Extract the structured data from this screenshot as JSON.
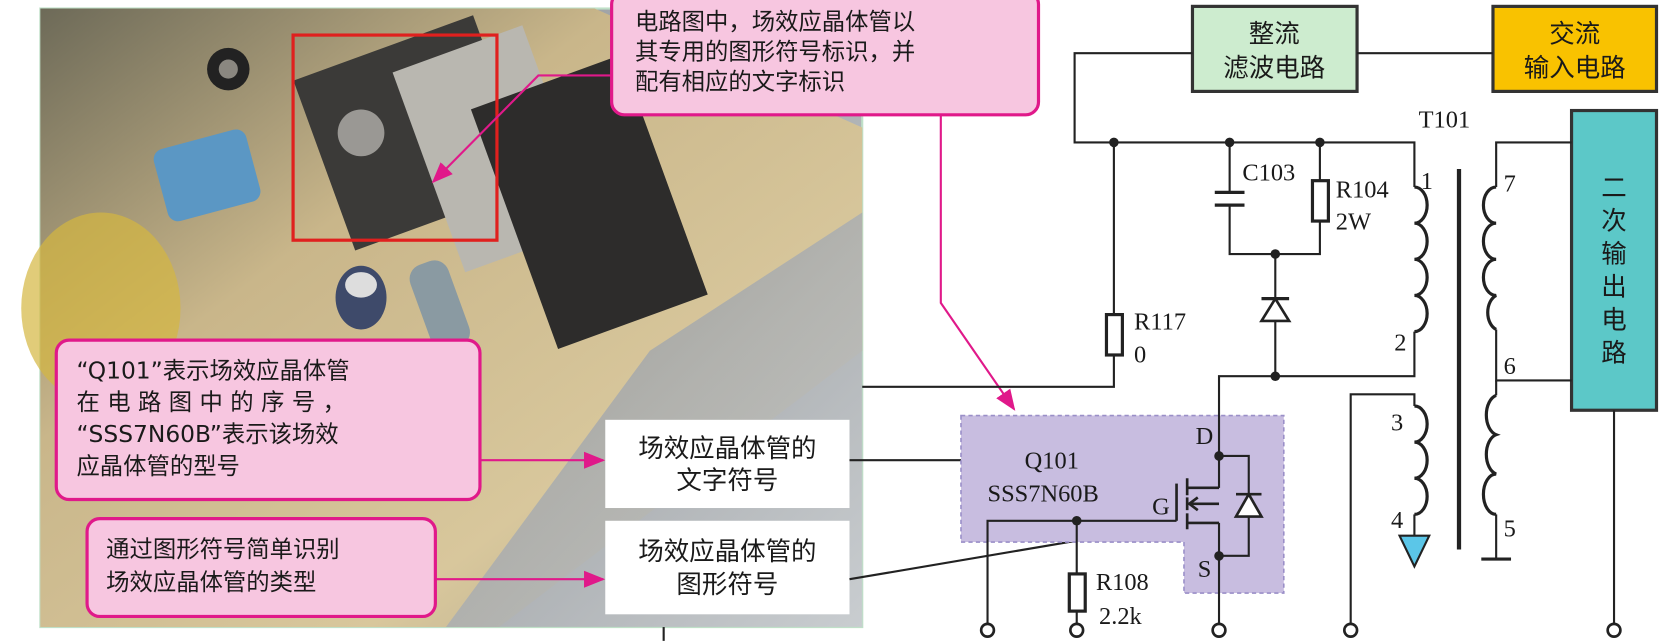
{
  "colors": {
    "callout_fill": "#f7c6e0",
    "callout_border": "#e0198a",
    "rectifier_block": "#cdeccf",
    "ac_input_block": "#f9c200",
    "secondary_block": "#5cc8c8",
    "mosfet_highlight": "#c8bde0",
    "ground_symbol": "#5bc6e8",
    "photo_highlight": "#e0201e"
  },
  "callouts": {
    "top": [
      "电路图中，场效应晶体管以",
      "其专用的图形符号标识，并",
      "配有相应的文字标识"
    ],
    "designation": [
      "“Q101”表示场效应晶体管",
      "在 电 路 图 中 的 序 号 ，",
      "“SSS7N60B”表示该场效",
      "应晶体管的型号"
    ],
    "type": [
      "通过图形符号简单识别",
      "场效应晶体管的类型"
    ]
  },
  "labels_boxes": {
    "text_symbol": [
      "场效应晶体管的",
      "文字符号"
    ],
    "graphic_symbol": [
      "场效应晶体管的",
      "图形符号"
    ]
  },
  "blocks": {
    "rectifier": [
      "整流",
      "滤波电路"
    ],
    "ac_input": [
      "交流",
      "输入电路"
    ],
    "secondary": [
      "二",
      "次",
      "输",
      "出",
      "电",
      "路"
    ]
  },
  "components": {
    "transformer": "T101",
    "c103": "C103",
    "r104": {
      "name": "R104",
      "value": "2W"
    },
    "r117": {
      "name": "R117",
      "value": "0"
    },
    "r108": {
      "name": "R108",
      "value": "2.2k"
    },
    "mosfet": {
      "name": "Q101",
      "model": "SSS7N60B",
      "gate": "G",
      "drain": "D",
      "source": "S"
    },
    "pins": [
      "1",
      "2",
      "3",
      "4",
      "5",
      "6",
      "7"
    ]
  }
}
